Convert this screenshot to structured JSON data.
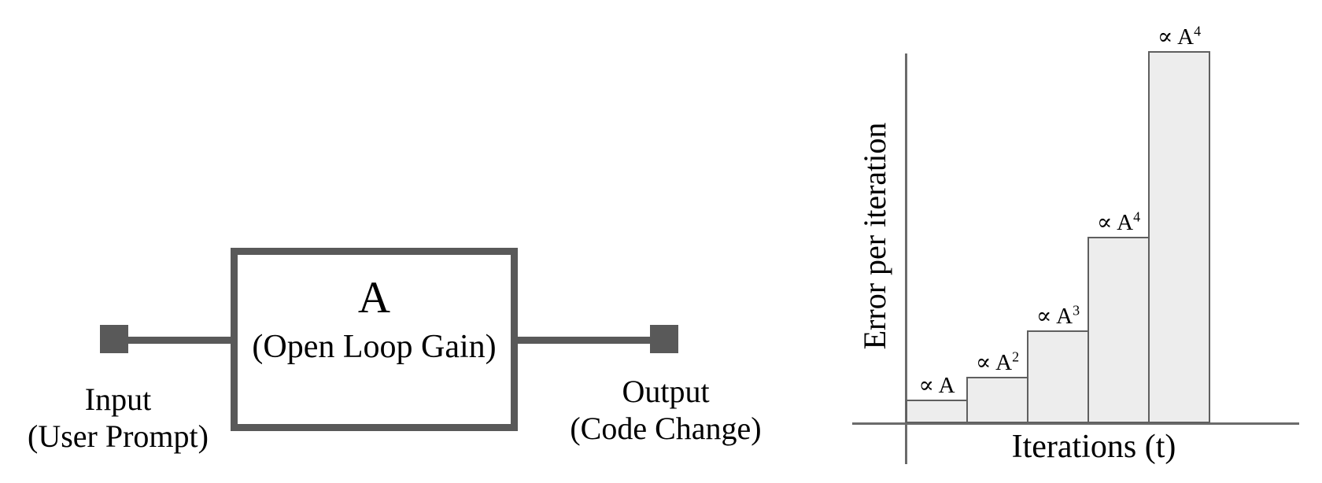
{
  "diagram": {
    "block_title": "A",
    "block_subtitle": "(Open Loop Gain)",
    "input_label_line1": "Input",
    "input_label_line2": "(User Prompt)",
    "output_label_line1": "Output",
    "output_label_line2": "(Code Change)"
  },
  "chart_data": {
    "type": "bar",
    "title": "",
    "xlabel": "Iterations (t)",
    "ylabel": "Error per iteration",
    "x": [
      1,
      2,
      3,
      4,
      5
    ],
    "values": [
      1,
      2,
      4,
      8,
      16
    ],
    "bar_labels": [
      {
        "text": "∝ A",
        "sup": ""
      },
      {
        "text": "∝ A",
        "sup": "2"
      },
      {
        "text": "∝ A",
        "sup": "3"
      },
      {
        "text": "∝ A",
        "sup": "4"
      },
      {
        "text": "∝ A",
        "sup": "4"
      }
    ],
    "grid": false,
    "legend": false,
    "axis_ticks": false,
    "bar_fill": "#ededed",
    "bar_border": "#5f5f5f"
  },
  "colors": {
    "diagram_line": "#595959",
    "axis_line": "#6b6b6b",
    "text": "#000000",
    "background": "#ffffff"
  }
}
